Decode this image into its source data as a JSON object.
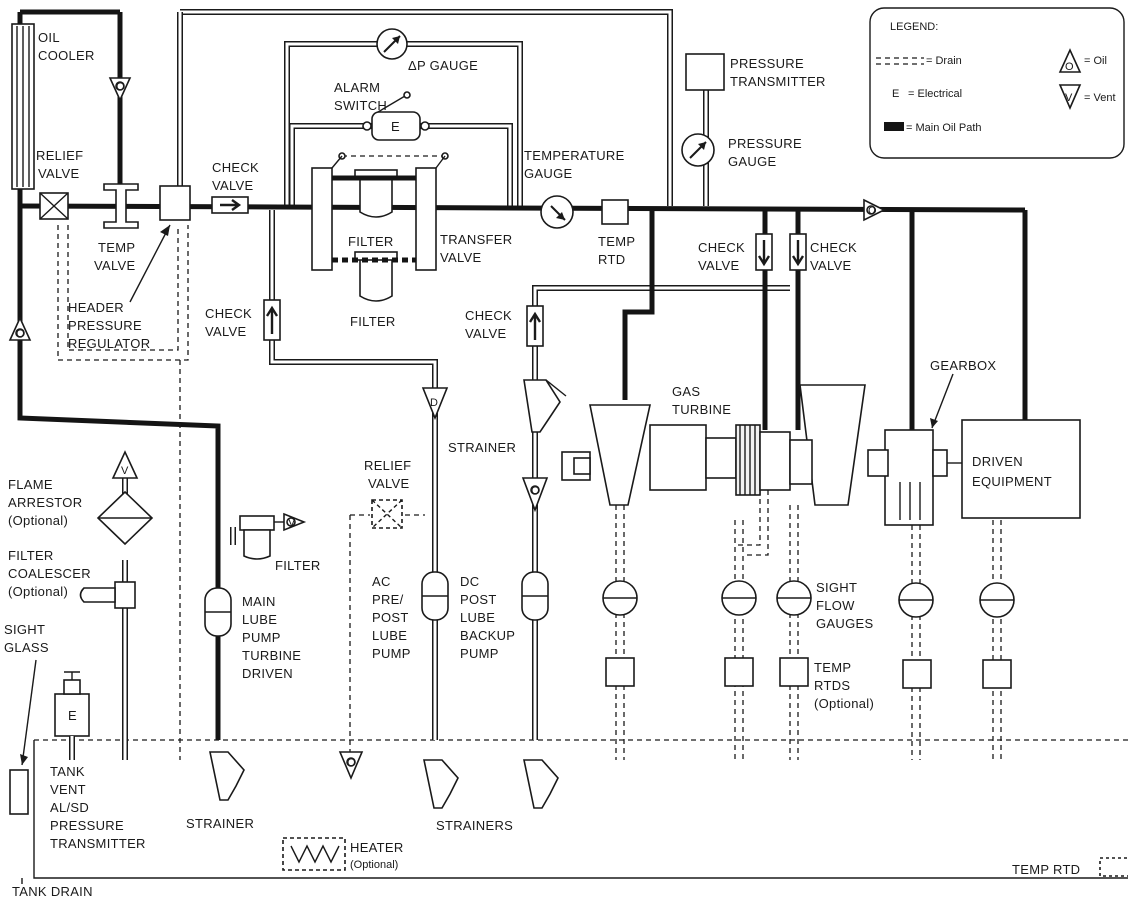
{
  "legend": {
    "title": "LEGEND:",
    "drain": "= Drain",
    "electrical_symbol": "E",
    "electrical": "= Electrical",
    "main_oil_path": "= Main Oil Path",
    "oil_symbol": "O",
    "oil": "= Oil",
    "vent_symbol": "V",
    "vent": "= Vent"
  },
  "labels": {
    "oil_cooler": [
      "OIL",
      "COOLER"
    ],
    "relief_valve_top": [
      "RELIEF",
      "VALVE"
    ],
    "temp_valve": [
      "TEMP",
      "VALVE"
    ],
    "header_pressure_regulator": [
      "HEADER",
      "PRESSURE",
      "REGULATOR"
    ],
    "check_valve_top": [
      "CHECK",
      "VALVE"
    ],
    "dp_gauge": "ΔP GAUGE",
    "alarm_switch": [
      "ALARM",
      "SWITCH"
    ],
    "e_box": "E",
    "filter_upper": "FILTER",
    "filter_lower": "FILTER",
    "transfer_valve": [
      "TRANSFER",
      "VALVE"
    ],
    "temperature_gauge": [
      "TEMPERATURE",
      "GAUGE"
    ],
    "temp_rtd": [
      "TEMP",
      "RTD"
    ],
    "pressure_transmitter": [
      "PRESSURE",
      "TRANSMITTER"
    ],
    "pressure_gauge": [
      "PRESSURE",
      "GAUGE"
    ],
    "check_valve_left": [
      "CHECK",
      "VALVE"
    ],
    "check_valve_mid": [
      "CHECK",
      "VALVE"
    ],
    "check_valve_right1": [
      "CHECK",
      "VALVE"
    ],
    "check_valve_right2": [
      "CHECK",
      "VALVE"
    ],
    "gas_turbine": [
      "GAS",
      "TURBINE"
    ],
    "gearbox": "GEARBOX",
    "driven_equipment": [
      "DRIVEN",
      "EQUIPMENT"
    ],
    "strainer_upper": "STRAINER",
    "relief_valve_mid": [
      "RELIEF",
      "VALVE"
    ],
    "flame_arrestor": [
      "FLAME",
      "ARRESTOR",
      "(Optional)"
    ],
    "filter_coalescer": [
      "FILTER",
      "COALESCER",
      "(Optional)"
    ],
    "filter_vent": "FILTER",
    "main_lube_pump": [
      "MAIN",
      "LUBE",
      "PUMP",
      "TURBINE",
      "DRIVEN"
    ],
    "ac_pump": [
      "AC",
      "PRE/",
      "POST",
      "LUBE",
      "PUMP"
    ],
    "dc_pump": [
      "DC",
      "POST",
      "LUBE",
      "BACKUP",
      "PUMP"
    ],
    "sight_flow_gauges": [
      "SIGHT",
      "FLOW",
      "GAUGES"
    ],
    "temp_rtds": [
      "TEMP",
      "RTDS",
      "(Optional)"
    ],
    "sight_glass": [
      "SIGHT",
      "GLASS"
    ],
    "tank_vent": [
      "TANK",
      "VENT",
      "AL/SD",
      "PRESSURE",
      "TRANSMITTER"
    ],
    "strainer_bottom": "STRAINER",
    "strainers_bottom": "STRAINERS",
    "heater": [
      "HEATER",
      "(Optional)"
    ],
    "temp_rtd_tank": "TEMP RTD",
    "tank_drain": "TANK DRAIN",
    "symbol_o": "O",
    "symbol_v": "V",
    "symbol_d": "D"
  }
}
